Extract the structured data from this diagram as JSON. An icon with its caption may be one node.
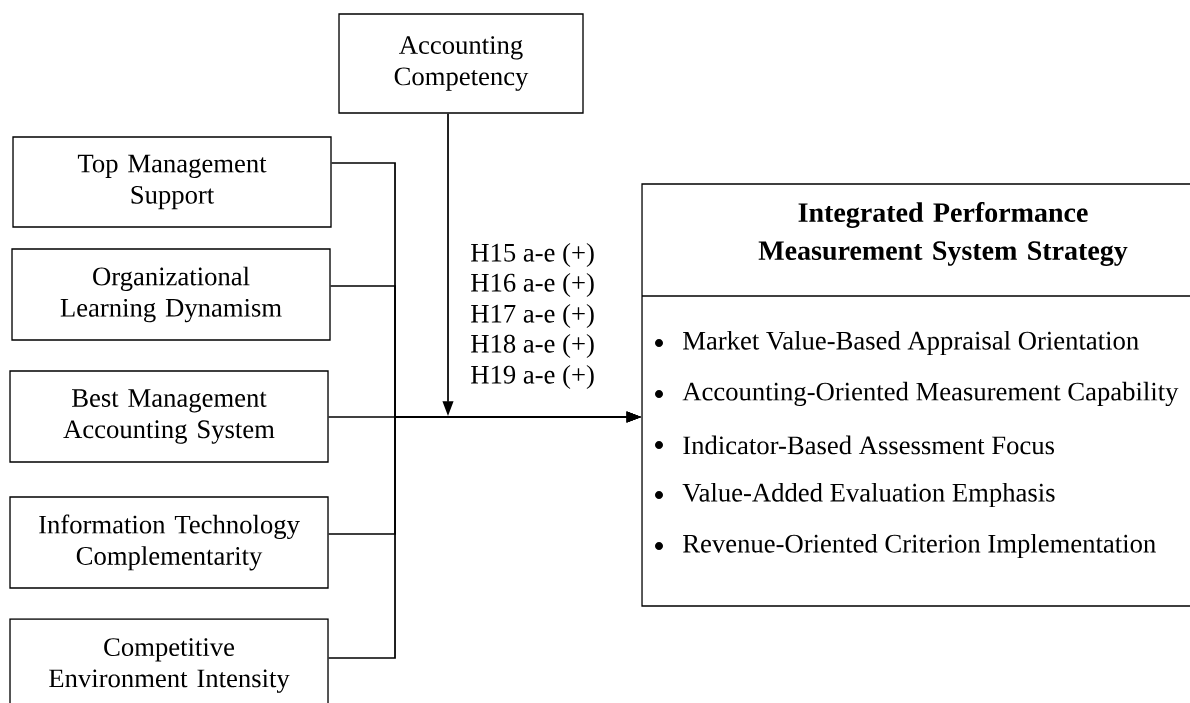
{
  "diagram": {
    "nodes": [
      {
        "text": [
          "Accounting Competency"
        ]
      },
      {
        "text": [
          "Top Management Support"
        ]
      },
      {
        "text": [
          "Organizational Learning Dynamism"
        ]
      },
      {
        "text": [
          "Best Management Accounting System"
        ]
      },
      {
        "text": [
          "Information Technology Complementarity"
        ]
      },
      {
        "text": [
          "Competitive Environment Intensity"
        ]
      },
      {
        "text": [
          "Integrated Performance Measurement System Strategy",
          "Market Value-Based Appraisal Orientation",
          "Accounting-Oriented Measurement Capability",
          "Indicator-Based Assessment Focus",
          "Value-Added Evaluation Emphasis",
          "Revenue-Oriented Criterion Implementation"
        ]
      }
    ],
    "edges": [
      {
        "from": 0,
        "to": null,
        "arrow": "to"
      },
      {
        "from": 1,
        "to": 6,
        "arrow": "to"
      },
      {
        "from": 2,
        "to": 6,
        "arrow": "to"
      },
      {
        "from": 3,
        "to": 6,
        "arrow": "to"
      },
      {
        "from": 4,
        "to": 6,
        "arrow": "to"
      },
      {
        "from": 5,
        "to": 6,
        "arrow": "to"
      }
    ],
    "labels": [
      "H15 a-e (+)",
      "H16 a-e (+)",
      "H17 a-e (+)",
      "H18 a-e (+)",
      "H19 a-e (+)"
    ]
  }
}
